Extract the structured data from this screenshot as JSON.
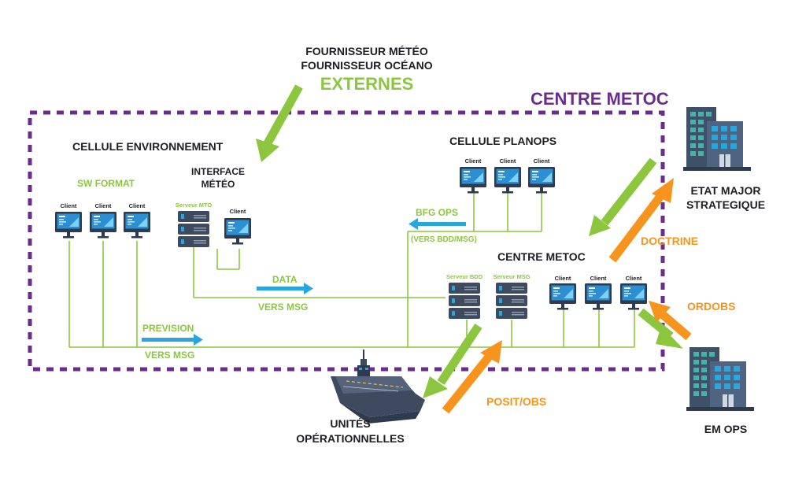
{
  "external": {
    "line1": "FOURNISSEUR MÉTÉO",
    "line2": "FOURNISSEUR OCÉANO",
    "title": "EXTERNES"
  },
  "centre_title": "CENTRE METOC",
  "cellule_env": {
    "title": "CELLULE ENVIRONNEMENT",
    "sw_format": "SW FORMAT",
    "interface_line1": "INTERFACE",
    "interface_line2": "MÉTÉO",
    "client": "Client",
    "server_mto": "Serveur MTO"
  },
  "cellule_planops": {
    "title": "CELLULE PLANOPS",
    "client": "Client"
  },
  "bfg_ops": "BFG OPS",
  "vers_bdd_msg": "(VERS BDD/MSG)",
  "centre_metoc_inner": {
    "title": "CENTRE METOC",
    "server_bdd": "Serveur BDD",
    "server_msg": "Serveur MSG",
    "client": "Client"
  },
  "data_label": "DATA",
  "vers_msg_1": "VERS MSG",
  "prevision_label": "PREVISION",
  "vers_msg_2": "VERS MSG",
  "etat_major": {
    "line1": "ETAT MAJOR",
    "line2": "STRATEGIQUE"
  },
  "doctrine": "DOCTRINE",
  "ordobs": "ORDOBS",
  "em_ops": "EM OPS",
  "posit_obs": "POSIT/OBS",
  "unites": {
    "line1": "UNITÉS",
    "line2": "OPÉRATIONNELLES"
  },
  "colors": {
    "purple": "#6b2d8c",
    "green": "#8cc63f",
    "orange": "#f7941d",
    "blue": "#2aa6df",
    "dark": "#1e1e24",
    "building": "#3f5168"
  },
  "icons": [
    "computer-client-icon",
    "server-icon",
    "building-icon",
    "ship-icon",
    "arrow-icon"
  ]
}
